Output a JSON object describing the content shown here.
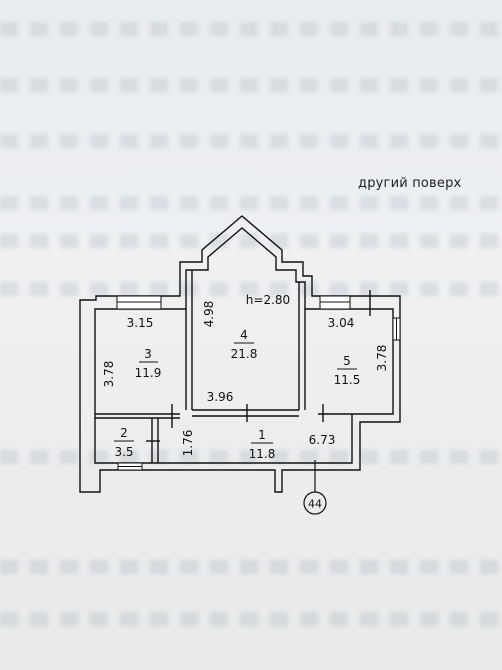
{
  "caption": "другий поверх",
  "ceiling_height": "h=2.80",
  "rooms": [
    {
      "number": "1",
      "area": "11.8"
    },
    {
      "number": "2",
      "area": "3.5"
    },
    {
      "number": "3",
      "area": "11.9"
    },
    {
      "number": "4",
      "area": "21.8"
    },
    {
      "number": "5",
      "area": "11.5"
    }
  ],
  "dimensions": {
    "room3_width": "3.15",
    "room3_height": "3.78",
    "room4_width": "3.96",
    "room4_height": "4.98",
    "room5_width": "3.04",
    "room5_height": "3.78",
    "hall_length": "6.73",
    "hall_width": "1.76"
  },
  "axis_marker": "44"
}
